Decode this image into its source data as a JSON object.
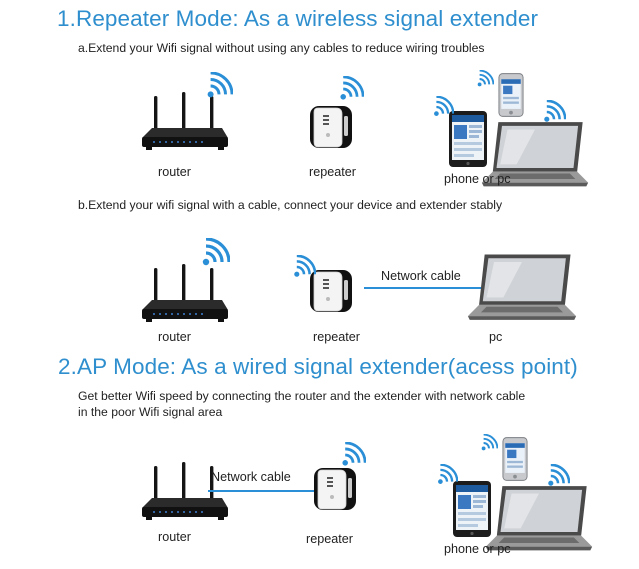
{
  "section1": {
    "title": "1.Repeater Mode: As a wireless signal extender",
    "a_text": "a.Extend your Wifi signal without using any cables to reduce wiring troubles",
    "a_labels": {
      "router": "router",
      "repeater": "repeater",
      "devices": "phone or pc"
    },
    "b_text": "b.Extend your wifi signal with a cable, connect your device and extender stably",
    "b_labels": {
      "router": "router",
      "repeater": "repeater",
      "pc": "pc",
      "cable": "Network cable"
    }
  },
  "section2": {
    "title": "2.AP Mode: As a wired signal extender(acess point)",
    "desc_line1": "Get better Wifi speed by connecting the router and the extender with network cable",
    "desc_line2": "in the poor Wifi signal area",
    "labels": {
      "router": "router",
      "repeater": "repeater",
      "devices": "phone or pc",
      "cable": "Network cable"
    }
  },
  "colors": {
    "heading": "#2f8fce",
    "wifi": "#2a8fd6",
    "cable": "#2a8fd6"
  }
}
